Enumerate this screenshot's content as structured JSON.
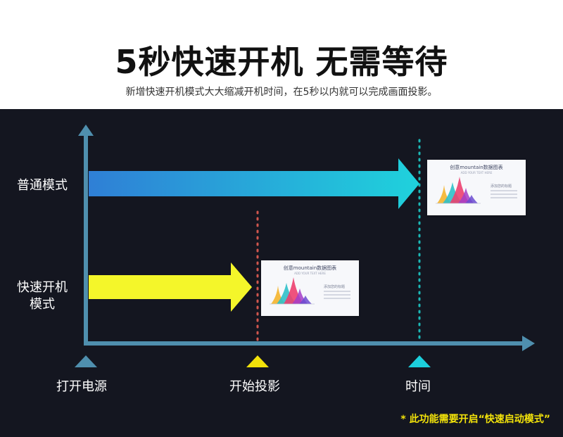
{
  "header": {
    "title": "5秒快速开机 无需等待",
    "subtitle": "新增快速开机模式大大缩减开机时间，在5秒以内就可以完成画面投影。"
  },
  "diagram": {
    "row_normal": "普通模式",
    "row_fast_line1": "快速开机",
    "row_fast_line2": "模式",
    "axis_power": "打开电源",
    "axis_project": "开始投影",
    "axis_time": "时间",
    "footnote": "* 此功能需要开启“快速启动模式”"
  },
  "cards": {
    "title": "创意mountain数据图表",
    "subtitle": "ADD YOUR TEXT HERE",
    "side_note": "添加您的标题"
  },
  "colors": {
    "panel_bg": "#141620",
    "axis": "#4f8fae",
    "normal_arrow_start": "#2f7fd6",
    "normal_arrow_end": "#1fd2dc",
    "fast_arrow": "#f4f62a",
    "project_marker": "#f2e20a",
    "time_marker": "#1ccfdc",
    "project_line": "#d0564e",
    "time_line": "#1cb8b6",
    "footnote": "#f2e20a"
  }
}
